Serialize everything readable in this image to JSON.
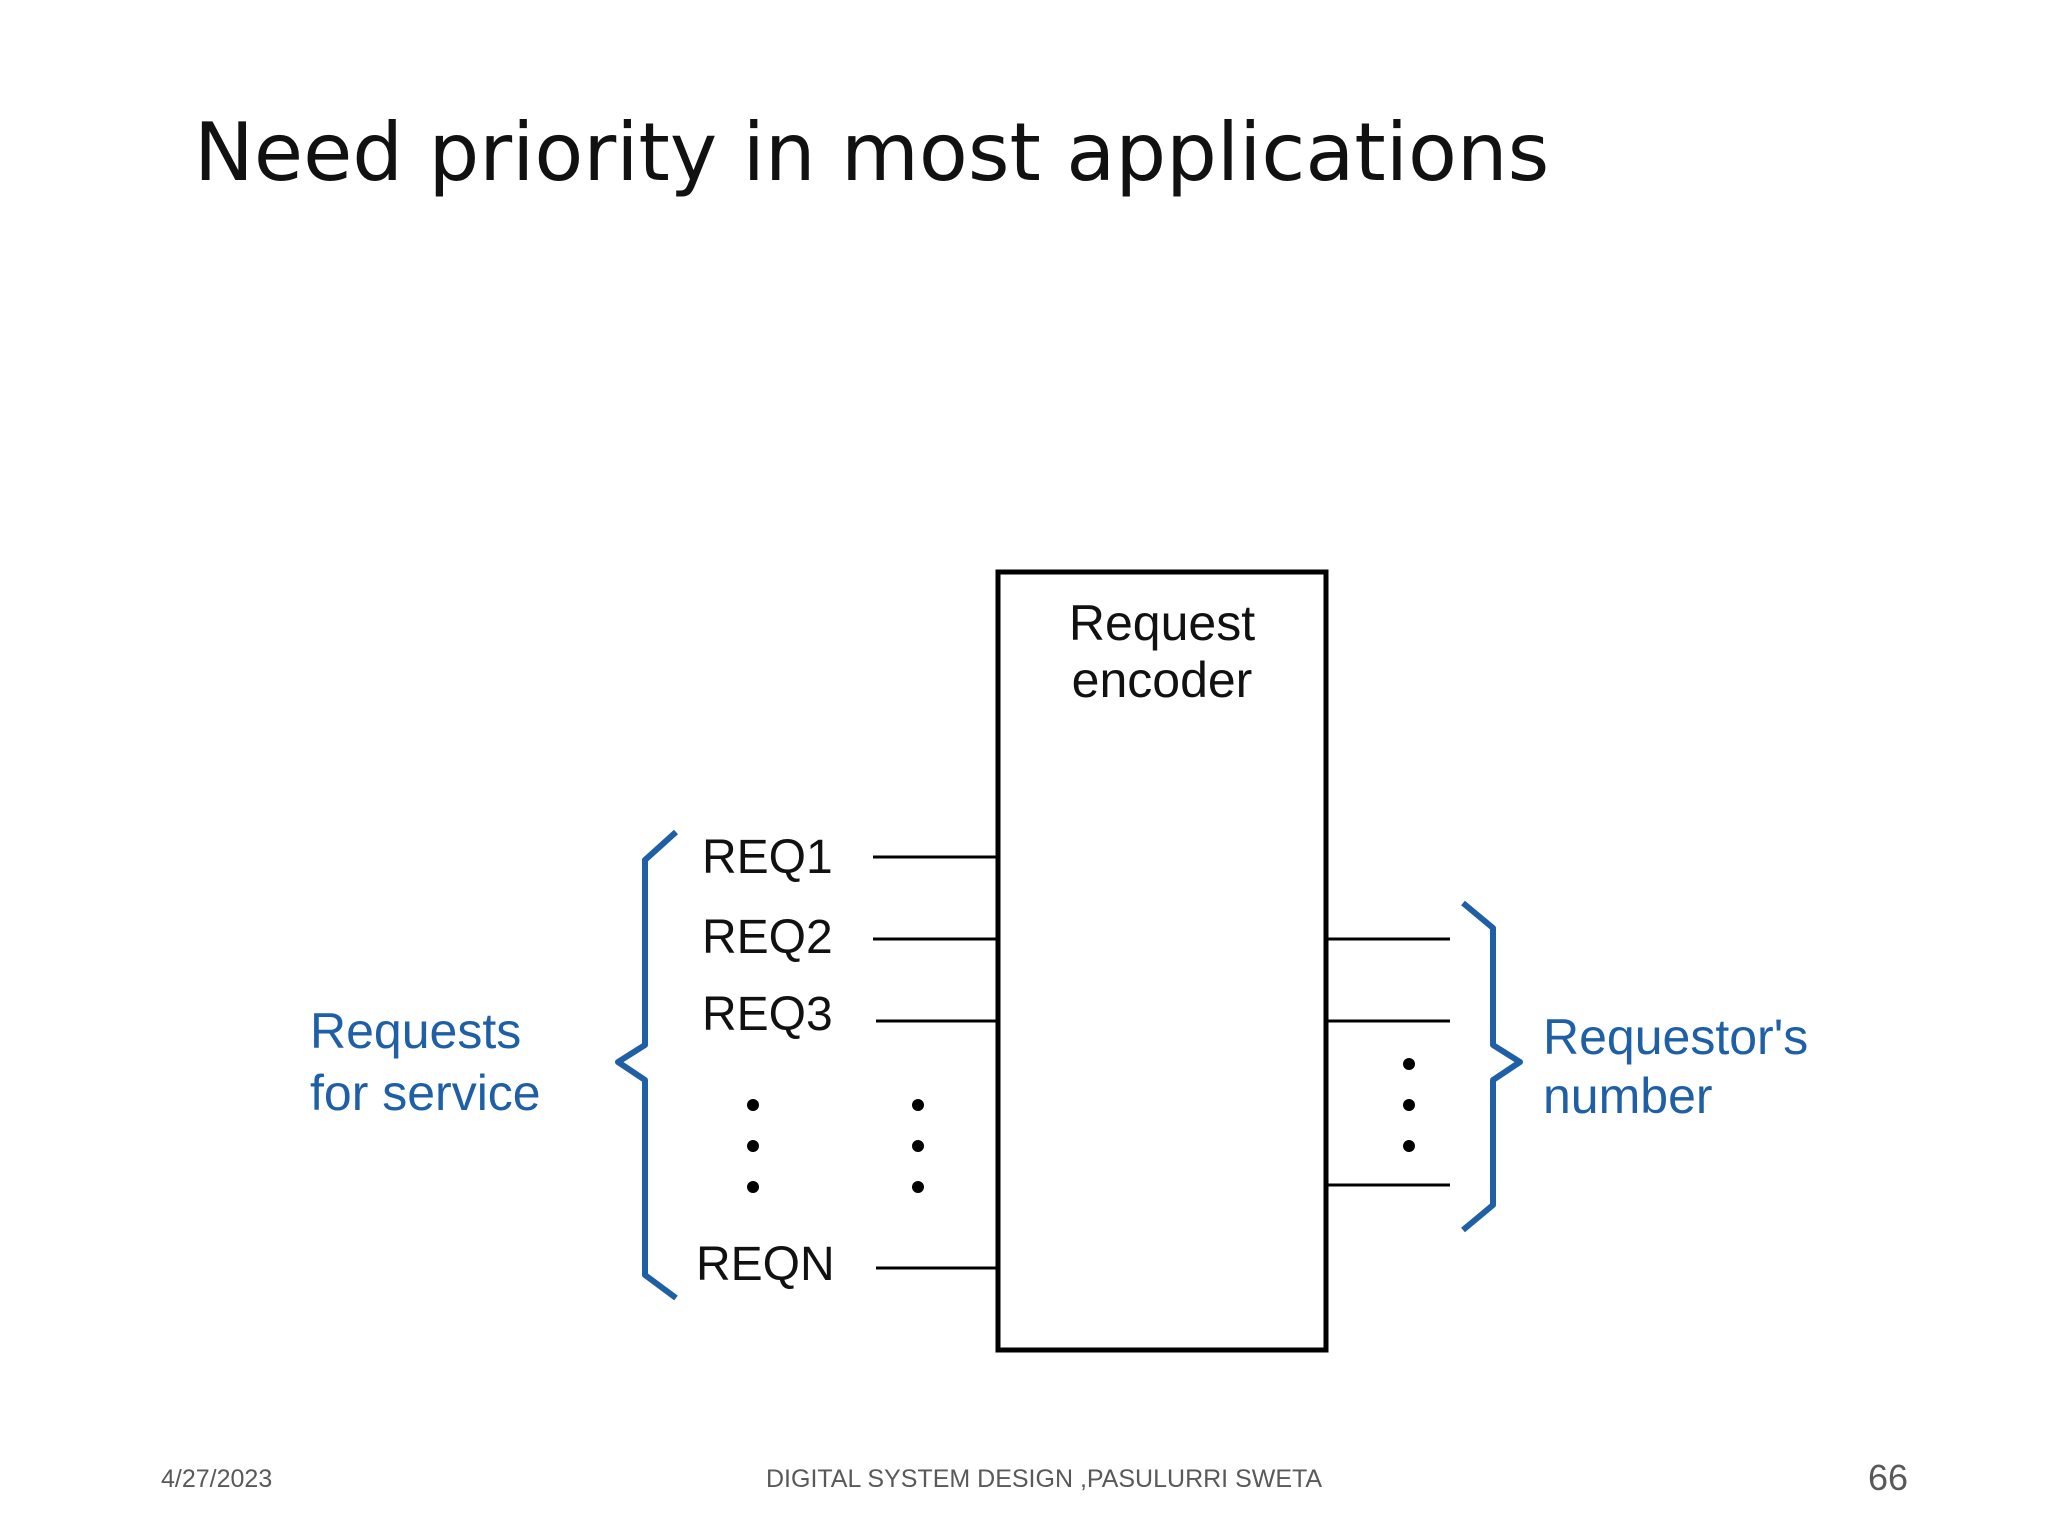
{
  "slide": {
    "title": "Need priority in most applications"
  },
  "diagram": {
    "block_label_line1": "Request",
    "block_label_line2": "encoder",
    "inputs": [
      "REQ1",
      "REQ2",
      "REQ3",
      "REQN"
    ],
    "left_group_line1": "Requests",
    "left_group_line2": "for service",
    "right_group_line1": "Requestor's",
    "right_group_line2": "number",
    "accent_color": "#1f5fa6",
    "line_color": "#000000"
  },
  "footer": {
    "date": "4/27/2023",
    "center": "DIGITAL SYSTEM DESIGN ,PASULURRI SWETA",
    "page": "66"
  }
}
